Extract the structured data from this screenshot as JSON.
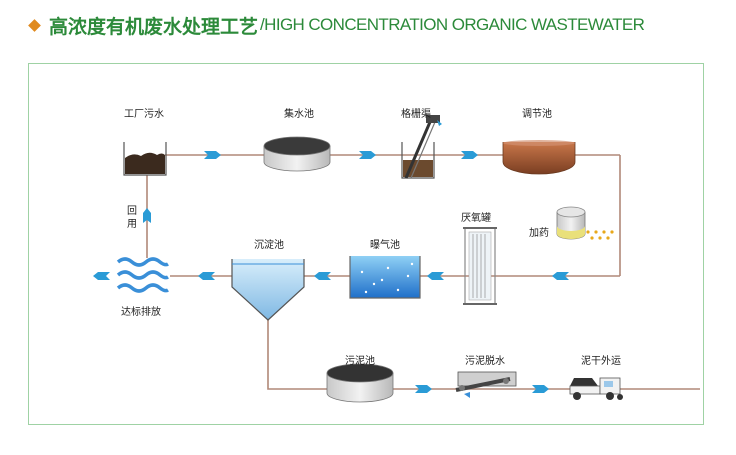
{
  "header": {
    "title_cn": "高浓度有机废水处理工艺",
    "title_en": "/HIGH CONCENTRATION ORGANIC WASTEWATER"
  },
  "colors": {
    "title": "#2c8a3a",
    "bullet": "#e08a1e",
    "frame": "#9fd2a4",
    "pipe": "#b08878",
    "arrow": "#2a9bd6",
    "water_blue": "#3a8fd8"
  },
  "nodes": {
    "factory_wastewater": "工厂污水",
    "collection_tank": "集水池",
    "bar_screen": "格栅渠",
    "equalization_tank": "调节池",
    "dosing": "加药",
    "anaerobic_tank": "厌氧罐",
    "aeration_tank": "曝气池",
    "sedimentation_tank": "沉淀池",
    "discharge": "达标排放",
    "reuse": "回用",
    "sludge_tank": "污泥池",
    "sludge_dewatering": "污泥脱水",
    "sludge_transport": "泥干外运"
  }
}
